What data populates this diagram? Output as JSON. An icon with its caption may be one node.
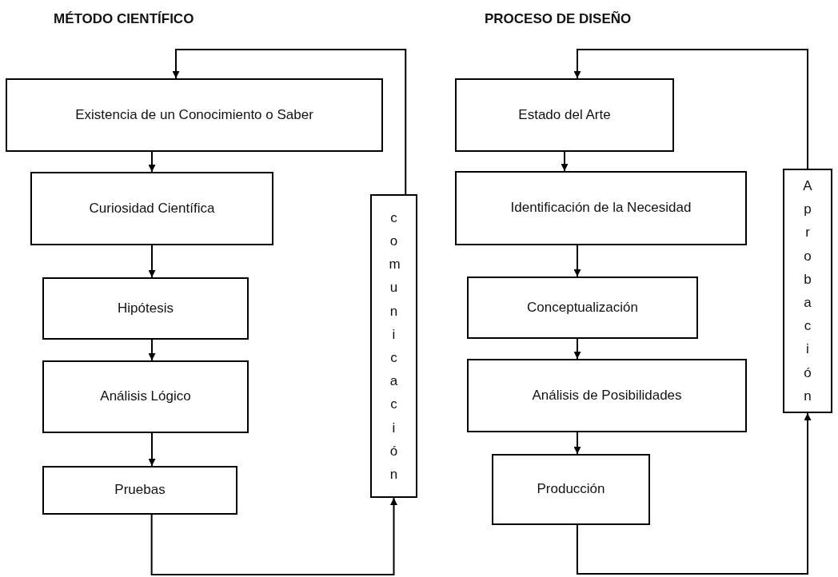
{
  "diagram": {
    "nodes": [
      {
        "text": [
          "Existencia de un Conocimiento o Saber"
        ]
      },
      {
        "text": [
          "Curiosidad Científica"
        ]
      },
      {
        "text": [
          "Hipótesis"
        ]
      },
      {
        "text": [
          "Análisis Lógico"
        ]
      },
      {
        "text": [
          "Pruebas"
        ]
      },
      {
        "text": [
          "comunicación"
        ]
      },
      {
        "text": [
          "Estado del Arte"
        ]
      },
      {
        "text": [
          "Identificación de la Necesidad"
        ]
      },
      {
        "text": [
          "Conceptualización"
        ]
      },
      {
        "text": [
          "Análisis de Posibilidades"
        ]
      },
      {
        "text": [
          "Producción"
        ]
      },
      {
        "text": [
          "Aprobación"
        ]
      }
    ],
    "edges": [
      {
        "from": 0,
        "to": 1,
        "arrow": "to"
      },
      {
        "from": 1,
        "to": 2,
        "arrow": "to"
      },
      {
        "from": 2,
        "to": 3,
        "arrow": "to"
      },
      {
        "from": 3,
        "to": 4,
        "arrow": "to"
      },
      {
        "from": 4,
        "to": 5,
        "arrow": "to"
      },
      {
        "from": 5,
        "to": 0,
        "arrow": "to"
      },
      {
        "from": 6,
        "to": 7,
        "arrow": "to"
      },
      {
        "from": 7,
        "to": 8,
        "arrow": "to"
      },
      {
        "from": 8,
        "to": 9,
        "arrow": "to"
      },
      {
        "from": 9,
        "to": 10,
        "arrow": "to"
      },
      {
        "from": 10,
        "to": 11,
        "arrow": "to"
      },
      {
        "from": 11,
        "to": 6,
        "arrow": "to"
      }
    ],
    "labels": [
      "MÉTODO CIENTÍFICO",
      "PROCESO DE DISEÑO"
    ]
  }
}
